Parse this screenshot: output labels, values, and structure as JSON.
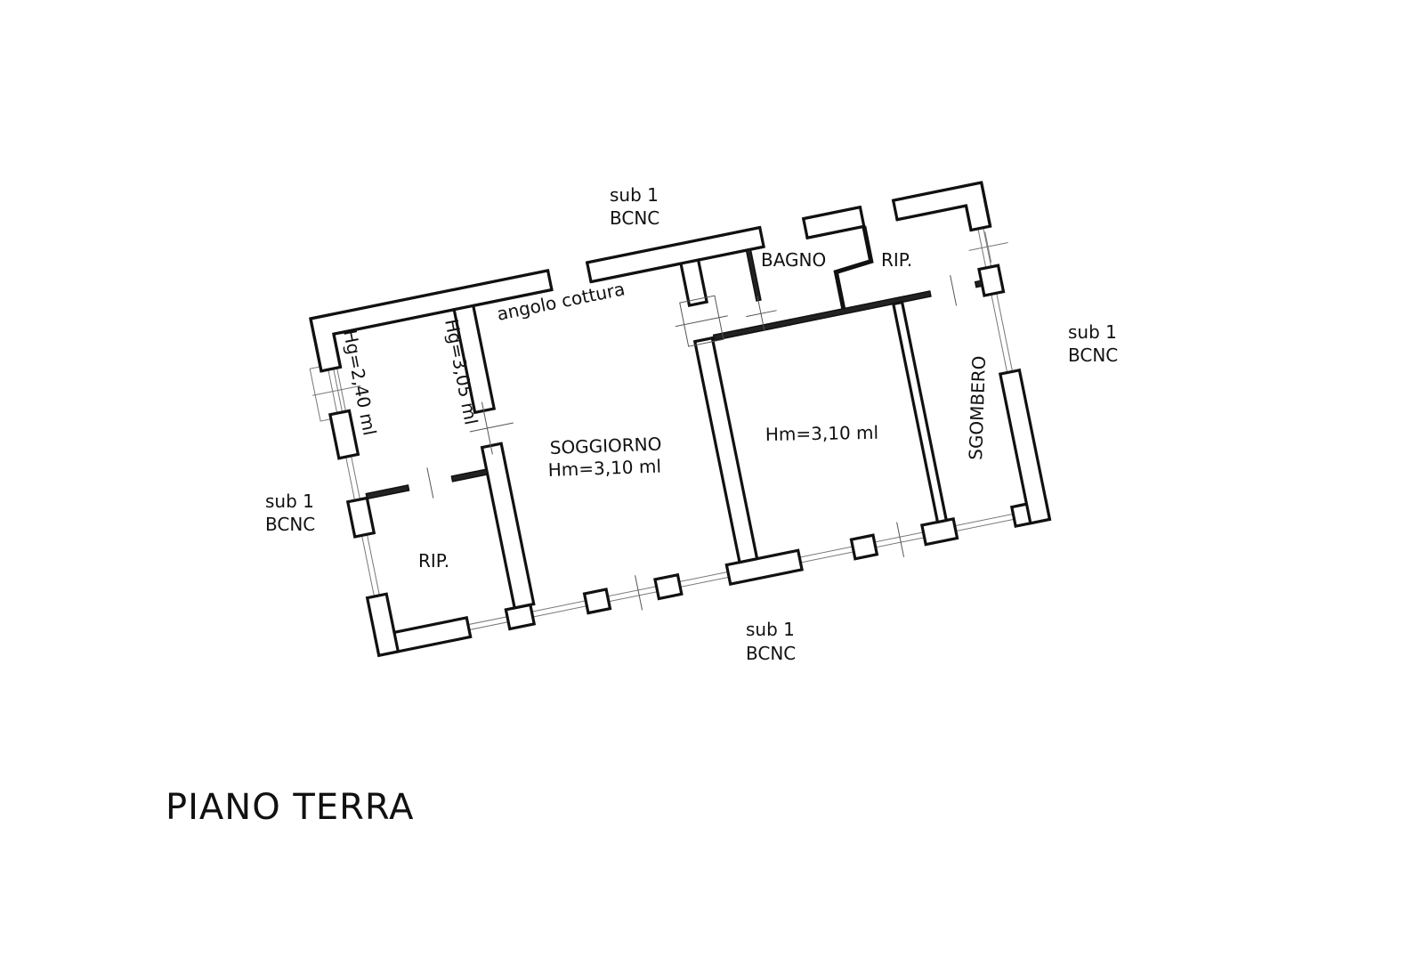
{
  "drawing_title": "PIANO TERRA",
  "adjacent_labels": [
    {
      "line1": "sub 1",
      "line2": "BCNC"
    },
    {
      "line1": "sub 1",
      "line2": "BCNC"
    },
    {
      "line1": "sub 1",
      "line2": "BCNC"
    },
    {
      "line1": "sub 1",
      "line2": "BCNC"
    }
  ],
  "rooms": {
    "kitchen_corner": "angolo cottura",
    "living": "SOGGIORNO",
    "living_height": "Hm=3,10 ml",
    "room_middle_height": "Hm=3,10 ml",
    "storage_right": "SGOMBERO",
    "bathroom": "BAGNO",
    "closet_top": "RIP.",
    "closet_left": "RIP.",
    "left_room_height_a": "Hg=2,40 ml",
    "left_room_height_b": "Hg=3,05 ml"
  }
}
